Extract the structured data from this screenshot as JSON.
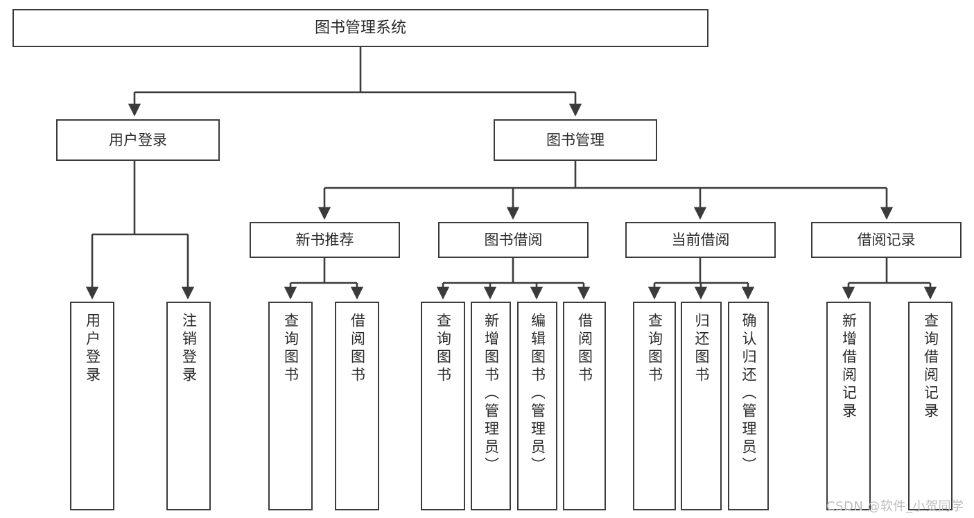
{
  "diagram": {
    "title": "图书管理系统",
    "type": "tree-hierarchy",
    "colors": {
      "box_border": "#3b3b3b",
      "box_fill": "#ffffff",
      "edge": "#3b3b3b",
      "text": "#2b2b2b",
      "watermark": "#bdbdbd"
    },
    "levels": {
      "root": "图书管理系统",
      "level2": [
        "用户登录",
        "图书管理"
      ],
      "level3": [
        "新书推荐",
        "图书借阅",
        "当前借阅",
        "借阅记录"
      ],
      "leaves": [
        "用户登录",
        "注销登录",
        "查询图书",
        "借阅图书",
        "查询图书",
        "新增图书（管理员）",
        "编辑图书（管理员）",
        "借阅图书",
        "查询图书",
        "归还图书",
        "确认归还（管理员）",
        "新增借阅记录",
        "查询借阅记录"
      ]
    },
    "nodes": {
      "root": {
        "label": "图书管理系统"
      },
      "user_login": {
        "label": "用户登录"
      },
      "book_manage": {
        "label": "图书管理"
      },
      "new_book_rec": {
        "label": "新书推荐"
      },
      "book_borrow": {
        "label": "图书借阅"
      },
      "current_borrow": {
        "label": "当前借阅"
      },
      "borrow_record": {
        "label": "借阅记录"
      },
      "leaf_user_login": {
        "label": "用户登录"
      },
      "leaf_logout": {
        "label": "注销登录"
      },
      "leaf_query_book_1": {
        "label": "查询图书"
      },
      "leaf_borrow_book_1": {
        "label": "借阅图书"
      },
      "leaf_query_book_2": {
        "label": "查询图书"
      },
      "leaf_add_book_admin": {
        "label": "新增图书（管理员）"
      },
      "leaf_edit_book_admin": {
        "label": "编辑图书（管理员）"
      },
      "leaf_borrow_book_2": {
        "label": "借阅图书"
      },
      "leaf_query_book_3": {
        "label": "查询图书"
      },
      "leaf_return_book": {
        "label": "归还图书"
      },
      "leaf_confirm_return_admin": {
        "label": "确认归还（管理员）"
      },
      "leaf_add_record": {
        "label": "新增借阅记录"
      },
      "leaf_query_record": {
        "label": "查询借阅记录"
      }
    }
  },
  "watermark": {
    "text": "CSDN @软件_小贺同学"
  }
}
